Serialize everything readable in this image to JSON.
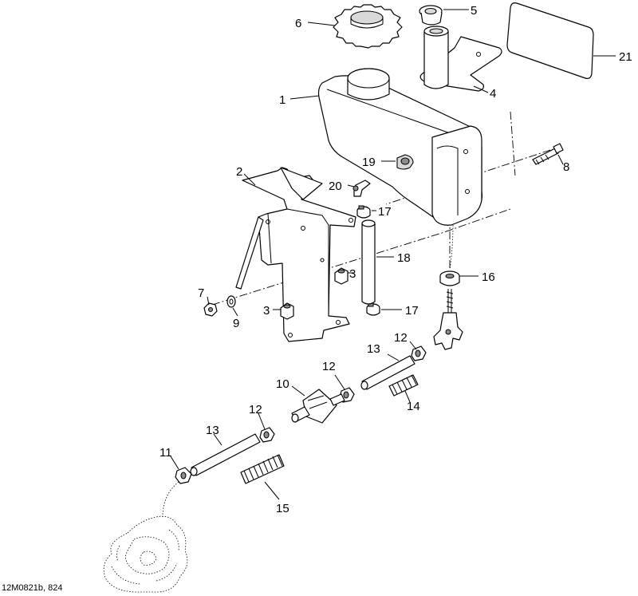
{
  "drawing_id": "12M0821b, 824",
  "callouts": {
    "c1": "1",
    "c2": "2",
    "c3a": "3",
    "c3b": "3",
    "c4": "4",
    "c5": "5",
    "c6": "6",
    "c7": "7",
    "c8": "8",
    "c9": "9",
    "c10": "10",
    "c11": "11",
    "c12a": "12",
    "c12b": "12",
    "c12c": "12",
    "c13a": "13",
    "c13b": "13",
    "c14": "14",
    "c15": "15",
    "c16": "16",
    "c17a": "17",
    "c17b": "17",
    "c18": "18",
    "c19": "19",
    "c20": "20",
    "c21": "21"
  }
}
